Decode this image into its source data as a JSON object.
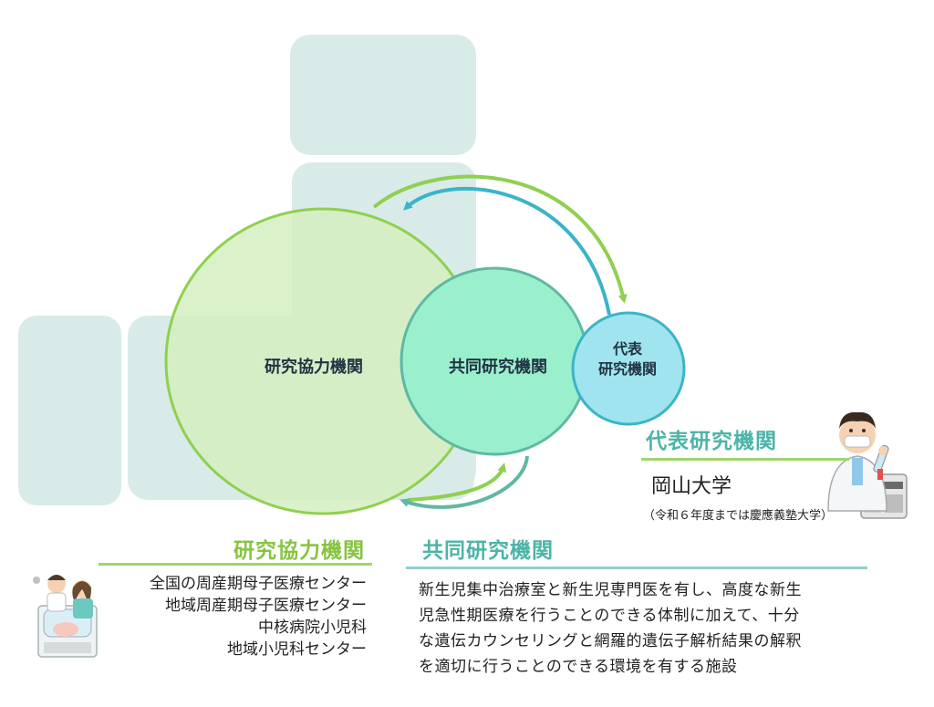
{
  "circles": {
    "cooperating": "研究協力機関",
    "joint": "共同研究機関",
    "representative_line1": "代表",
    "representative_line2": "研究機関"
  },
  "representative": {
    "heading": "代表研究機関",
    "name": "岡山大学",
    "note": "（令和６年度までは慶應義塾大学）"
  },
  "cooperating": {
    "heading": "研究協力機関",
    "items": [
      "全国の周産期母子医療センター",
      "地域周産期母子医療センター",
      "中核病院小児科",
      "地域小児科センター"
    ]
  },
  "joint": {
    "heading": "共同研究機関",
    "description_lines": [
      "新生児集中治療室と新生児専門医を有し、高度な新生",
      "児急性期医療を行うことのできる体制に加えて、十分",
      "な遺伝カウンセリングと網羅的遺伝子解析結果の解釈",
      "を適切に行うことのできる環境を有する施設"
    ]
  },
  "colors": {
    "green_heading": "#86c440",
    "teal_heading": "#4cb4a8",
    "large_circle_fill": "#d5eec0",
    "mid_circle_fill": "#9af0cc",
    "small_circle_fill": "#9fe4ee",
    "bg_block": "#d8ebe8",
    "arrow_green": "#8fd050",
    "arrow_teal": "#3bb4c8"
  }
}
